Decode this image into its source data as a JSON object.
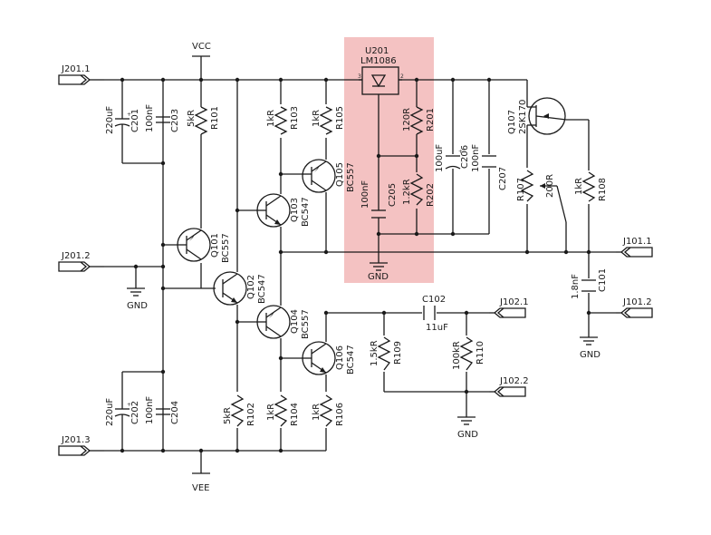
{
  "highlight_color": "#f4c2c2",
  "nets": {
    "vcc": "VCC",
    "vee": "VEE",
    "gnd": "GND"
  },
  "connectors": {
    "j201_1": "J201.1",
    "j201_2": "J201.2",
    "j201_3": "J201.3",
    "j101_1": "J101.1",
    "j101_2": "J101.2",
    "j102_1": "J102.1",
    "j102_2": "J102.2"
  },
  "regulator": {
    "ref": "U201",
    "part": "LM1086"
  },
  "transistors": {
    "q101": {
      "ref": "Q101",
      "part": "BC557"
    },
    "q102": {
      "ref": "Q102",
      "part": "BC547"
    },
    "q103": {
      "ref": "Q103",
      "part": "BC547"
    },
    "q104": {
      "ref": "Q104",
      "part": "BC557"
    },
    "q105": {
      "ref": "Q105",
      "part": "BC557"
    },
    "q106": {
      "ref": "Q106",
      "part": "BC547"
    },
    "q107": {
      "ref": "Q107",
      "part": "2SK170"
    }
  },
  "resistors": {
    "r101": {
      "ref": "R101",
      "value": "5kR"
    },
    "r102": {
      "ref": "R102",
      "value": "5kR"
    },
    "r103": {
      "ref": "R103",
      "value": "1kR"
    },
    "r104": {
      "ref": "R104",
      "value": "1kR"
    },
    "r105": {
      "ref": "R105",
      "value": "1kR"
    },
    "r106": {
      "ref": "R106",
      "value": "1kR"
    },
    "r107": {
      "ref": "R107",
      "value": "200R"
    },
    "r108": {
      "ref": "R108",
      "value": "1kR"
    },
    "r109": {
      "ref": "R109",
      "value": "1.5kR"
    },
    "r110": {
      "ref": "R110",
      "value": "100kR"
    },
    "r201": {
      "ref": "R201",
      "value": "120R"
    },
    "r202": {
      "ref": "R202",
      "value": "1.2kR"
    }
  },
  "capacitors": {
    "c101": {
      "ref": "C101",
      "value": "1.8nF"
    },
    "c102": {
      "ref": "C102",
      "value": "11uF"
    },
    "c201": {
      "ref": "C201",
      "value": "220uF"
    },
    "c202": {
      "ref": "C202",
      "value": "220uF"
    },
    "c203": {
      "ref": "C203",
      "value": "100nF"
    },
    "c204": {
      "ref": "C204",
      "value": "100nF"
    },
    "c205": {
      "ref": "C205",
      "value": "100nF"
    },
    "c206": {
      "ref": "C206",
      "value": "100uF"
    },
    "c207": {
      "ref": "C207",
      "value": "100nF"
    }
  }
}
